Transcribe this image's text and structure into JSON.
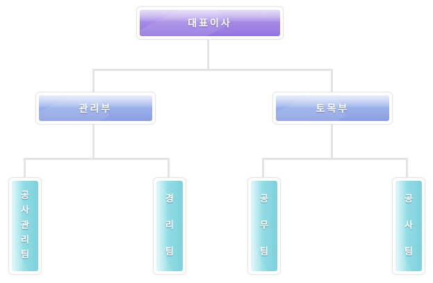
{
  "org_chart": {
    "ceo": {
      "label": "대표이사"
    },
    "departments": [
      {
        "label": "관리부",
        "teams": [
          {
            "label": "공사관리팀"
          },
          {
            "label": "경리팀"
          }
        ]
      },
      {
        "label": "토목부",
        "teams": [
          {
            "label": "공무팀"
          },
          {
            "label": "공사팀"
          }
        ]
      }
    ]
  },
  "colors": {
    "ceo": "#9e84e3",
    "department": "#95aae6",
    "team": "#8fdbe4",
    "connector": "#e4e4e4"
  }
}
